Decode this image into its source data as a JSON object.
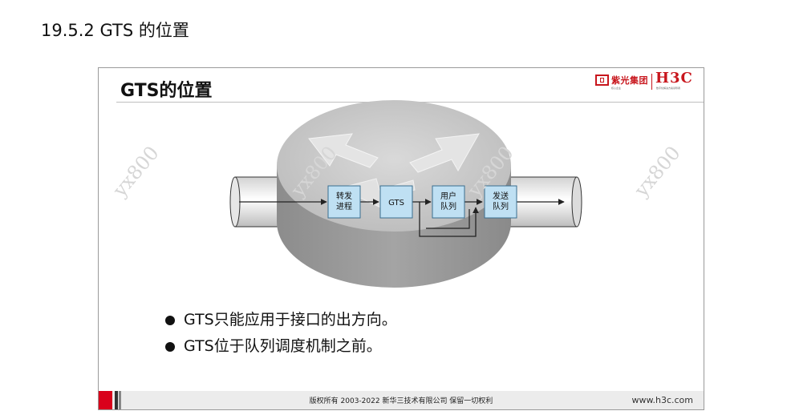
{
  "page": {
    "section_heading": "19.5.2 GTS 的位置"
  },
  "slide": {
    "title": "GTS的位置",
    "logo": {
      "group_name": "紫光集团",
      "group_sub": "核心企业",
      "brand": "H3C",
      "brand_sub": "数字化解决方案领导者"
    },
    "watermark": "yx800",
    "diagram": {
      "boxes": [
        {
          "id": "forward",
          "line1": "转发",
          "line2": "进程"
        },
        {
          "id": "gts",
          "line1": "GTS",
          "line2": ""
        },
        {
          "id": "user-queue",
          "line1": "用户",
          "line2": "队列"
        },
        {
          "id": "send-queue",
          "line1": "发送",
          "line2": "队列"
        }
      ]
    },
    "bullets": [
      "GTS只能应用于接口的出方向。",
      "GTS位于队列调度机制之前。"
    ],
    "footer": {
      "copyright": "版权所有 2003-2022 新华三技术有限公司 保留一切权利",
      "website": "www.h3c.com"
    }
  }
}
